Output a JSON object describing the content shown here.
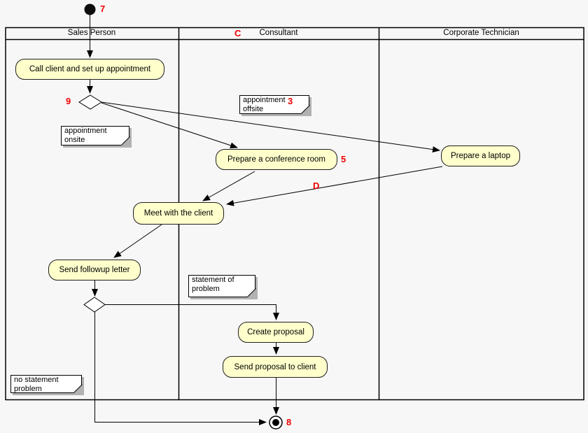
{
  "diagram_type": "uml-activity-swimlane",
  "lanes": [
    {
      "id": "sales-person",
      "label": "Sales Person"
    },
    {
      "id": "consultant",
      "label": "Consultant"
    },
    {
      "id": "corporate-technician",
      "label": "Corporate Technician"
    }
  ],
  "activities": [
    {
      "id": "call-client",
      "label": "Call client and set up appointment"
    },
    {
      "id": "prepare-conference-room",
      "label": "Prepare a conference room"
    },
    {
      "id": "prepare-laptop",
      "label": "Prepare a laptop"
    },
    {
      "id": "meet-client",
      "label": "Meet with the client"
    },
    {
      "id": "send-followup-letter",
      "label": "Send followup letter"
    },
    {
      "id": "create-proposal",
      "label": "Create proposal"
    },
    {
      "id": "send-proposal",
      "label": "Send proposal to client"
    }
  ],
  "notes": [
    {
      "id": "appointment-offsite",
      "text": "appointment offsite"
    },
    {
      "id": "appointment-onsite",
      "text": "appointment onsite"
    },
    {
      "id": "statement-of-problem",
      "text": "statement of problem"
    },
    {
      "id": "no-statement-problem",
      "text": "no statement problem"
    }
  ],
  "annotations": [
    {
      "id": "start-node-marker",
      "label": "7"
    },
    {
      "id": "decision1-marker",
      "label": "9"
    },
    {
      "id": "consultant-lane-marker",
      "label": "C"
    },
    {
      "id": "offsite-note-marker",
      "label": "3"
    },
    {
      "id": "conference-room-marker",
      "label": "5"
    },
    {
      "id": "laptop-edge-marker",
      "label": "D"
    },
    {
      "id": "end-node-marker",
      "label": "8"
    }
  ],
  "colors": {
    "activity_fill": "#ffffcc",
    "annotation_red": "#ee0000",
    "background": "#f7f7f7",
    "note_fill": "#ffffff",
    "line": "#000000"
  }
}
